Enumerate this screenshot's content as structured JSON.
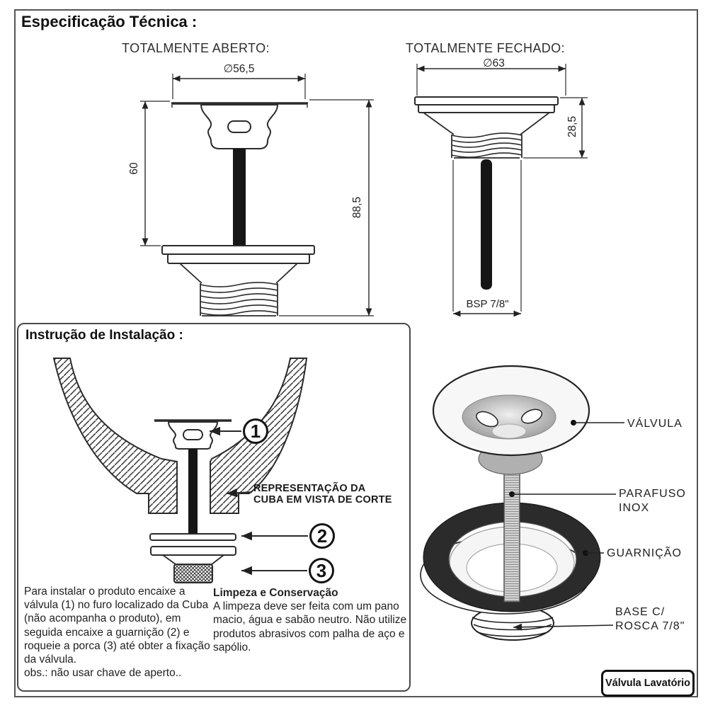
{
  "page": {
    "title": "Especificação Técnica :"
  },
  "views": {
    "open": {
      "title": "TOTALMENTE ABERTO:",
      "diameter": "∅56,5",
      "stem_height": "60",
      "total_height": "88,5"
    },
    "closed": {
      "title": "TOTALMENTE FECHADO:",
      "diameter": "∅63",
      "height": "28,5",
      "thread": "BSP 7/8\""
    }
  },
  "install": {
    "title": "Instrução de Instalação :",
    "callouts": [
      "1",
      "2",
      "3"
    ],
    "cut_label_1": "REPRESENTAÇÃO DA",
    "cut_label_2": "CUBA EM VISTA DE CORTE",
    "paragraph": "Para instalar o produto encaixe a válvula (1) no furo localizado da Cuba (não acompanha o produto), em seguida encaixe a guarnição (2) e roqueie a porca (3) até obter a fixação da válvula.",
    "note": "obs.: não usar chave de aperto.."
  },
  "care": {
    "title": "Limpeza e Conservação",
    "body": "A limpeza deve ser feita com um pano macio, água e sabão neutro. Não utilize produtos abrasivos com palha de aço e sapólio."
  },
  "exploded": {
    "valve": "VÁLVULA",
    "screw_1": "PARAFUSO",
    "screw_2": "INOX",
    "gasket": "GUARNIÇÃO",
    "base_1": "BASE C/",
    "base_2": "ROSCA 7/8\""
  },
  "footer": {
    "badge": "Válvula Lavatório"
  }
}
